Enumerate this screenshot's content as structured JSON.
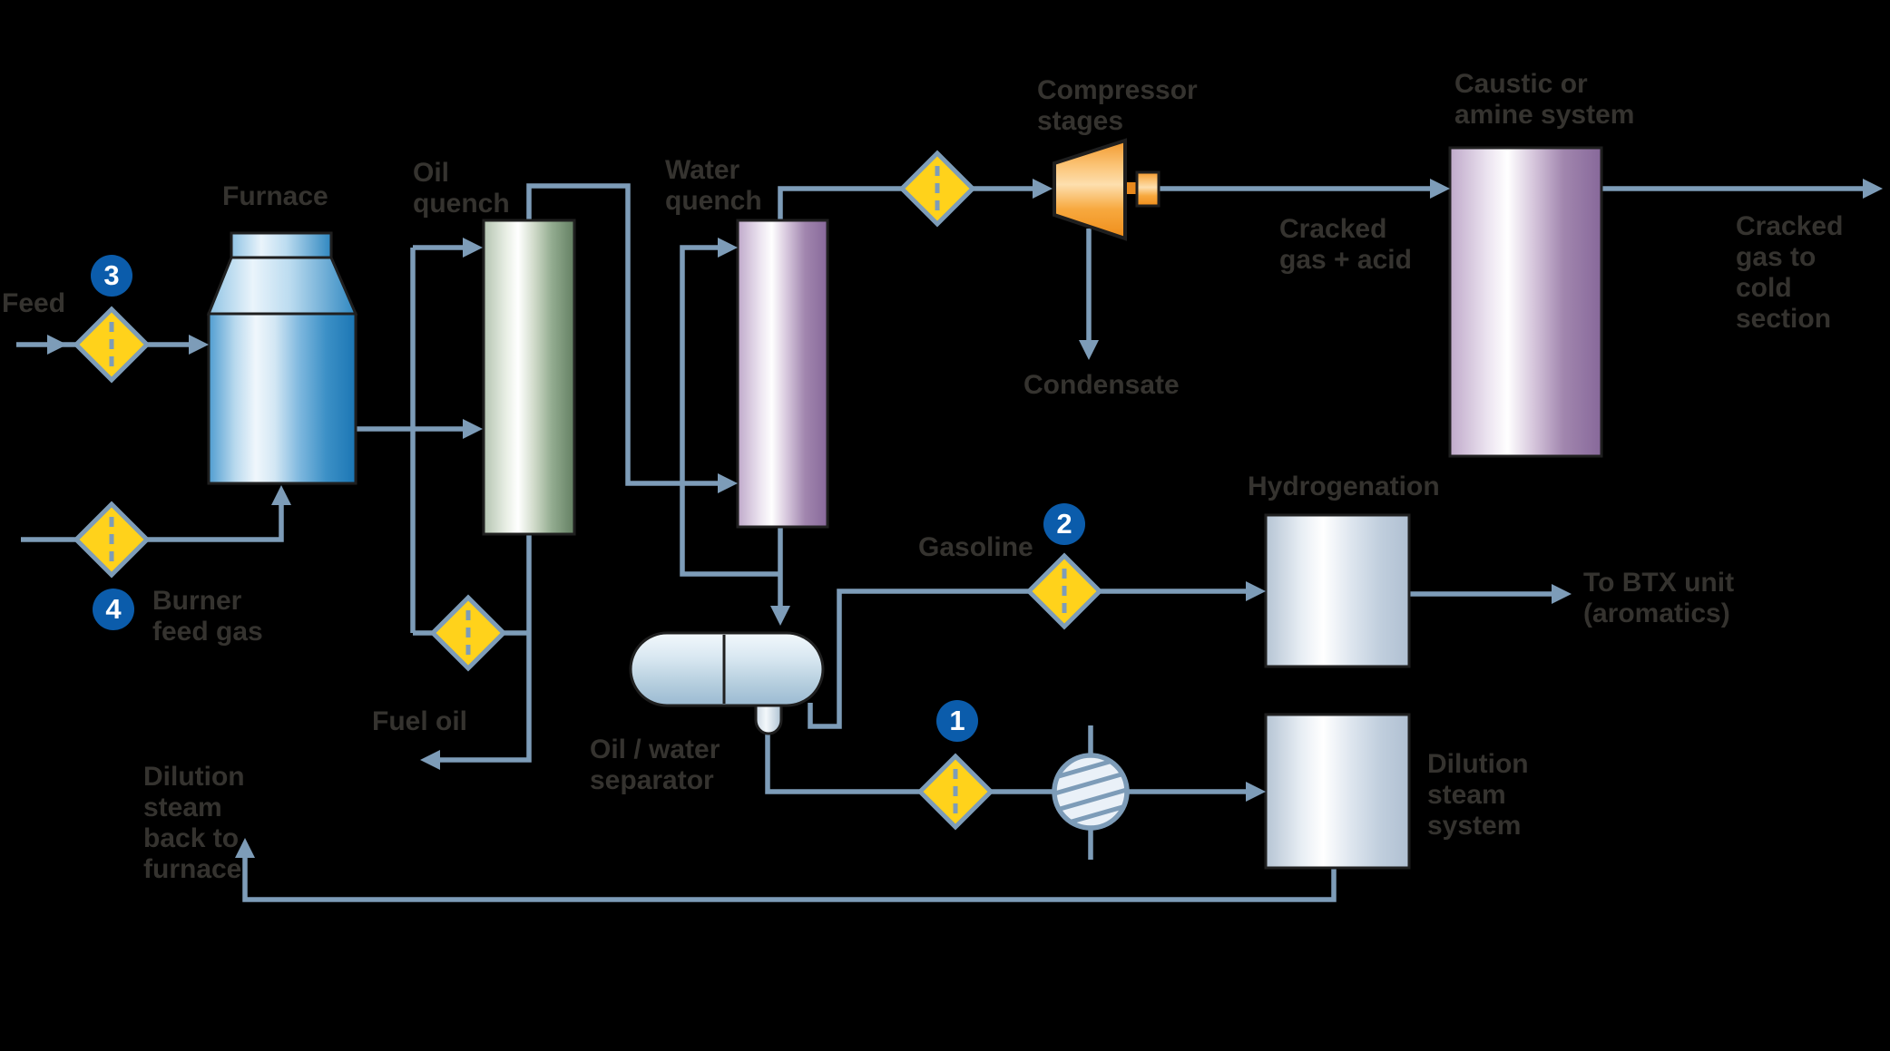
{
  "diagram": {
    "type": "process-flow-diagram",
    "subject": "steam cracker hot section with quench, compression and treating"
  },
  "labels": {
    "feed": "Feed",
    "furnace": "Furnace",
    "oil_quench": "Oil\nquench",
    "water_quench": "Water\nquench",
    "compressor": "Compressor\nstages",
    "caustic": "Caustic or\namine system",
    "cracked_acid": "Cracked\ngas + acid",
    "cracked_cold": "Cracked\ngas to\ncold\nsection",
    "condensate": "Condensate",
    "hydrogenation": "Hydrogenation",
    "btx": "To BTX unit\n(aromatics)",
    "dilution_system": "Dilution\nsteam\nsystem",
    "gasoline": "Gasoline",
    "separator": "Oil / water\nseparator",
    "fuel_oil": "Fuel oil",
    "burner": "Burner\nfeed gas",
    "dilution_back": "Dilution\nsteam\nback to\nfurnace"
  },
  "badges": {
    "point_1": "1",
    "point_2": "2",
    "point_3": "3",
    "point_4": "4"
  },
  "colors": {
    "background": "#000000",
    "pipe": "#7d9cb8",
    "sample_diamond": "#ffd21b",
    "badge_blue": "#0b5cab",
    "outline": "#1f1f1f",
    "text": "#35332f",
    "furnace_blue": "#1b76b4",
    "oil_quench_green": "#637f62",
    "quench_purple": "#87689a",
    "compressor_orange": "#f49a28",
    "box_grey": "#b5c4d4"
  }
}
